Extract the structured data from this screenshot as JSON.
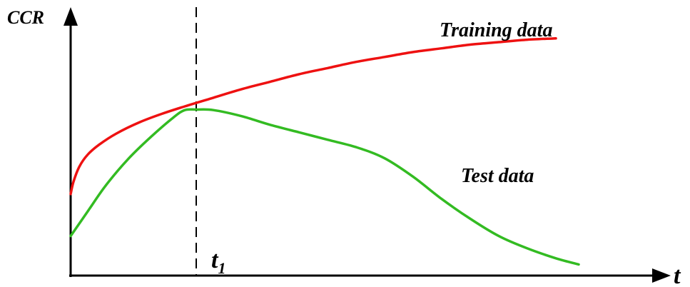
{
  "chart_data": {
    "type": "line",
    "title": "",
    "xlabel": "t",
    "ylabel": "CCR",
    "grid": false,
    "xlim": [
      0,
      10
    ],
    "ylim": [
      0,
      10
    ],
    "marker": {
      "x": 2.2,
      "label_main": "t",
      "label_sub": "1"
    },
    "series": [
      {
        "name": "Training data",
        "color": "#ee1111",
        "x": [
          0,
          0.05,
          0.15,
          0.3,
          0.5,
          0.8,
          1.2,
          1.6,
          2.0,
          2.5,
          3.0,
          3.5,
          4.0,
          4.5,
          5.0,
          5.5,
          6.0,
          6.5,
          7.0,
          7.5,
          8.0,
          8.5
        ],
        "y": [
          3.3,
          3.8,
          4.4,
          4.9,
          5.3,
          5.75,
          6.2,
          6.55,
          6.85,
          7.2,
          7.55,
          7.85,
          8.15,
          8.4,
          8.65,
          8.85,
          9.05,
          9.2,
          9.35,
          9.45,
          9.55,
          9.6
        ]
      },
      {
        "name": "Test data",
        "color": "#33bb22",
        "x": [
          0,
          0.3,
          0.6,
          1.0,
          1.4,
          1.8,
          2.0,
          2.2,
          2.5,
          3.0,
          3.5,
          4.0,
          4.5,
          5.0,
          5.5,
          6.0,
          6.5,
          7.0,
          7.5,
          8.0,
          8.5,
          8.9
        ],
        "y": [
          1.6,
          2.6,
          3.6,
          4.7,
          5.6,
          6.4,
          6.7,
          6.72,
          6.7,
          6.45,
          6.1,
          5.8,
          5.5,
          5.2,
          4.75,
          4.0,
          3.1,
          2.3,
          1.6,
          1.1,
          0.7,
          0.45
        ]
      }
    ]
  }
}
